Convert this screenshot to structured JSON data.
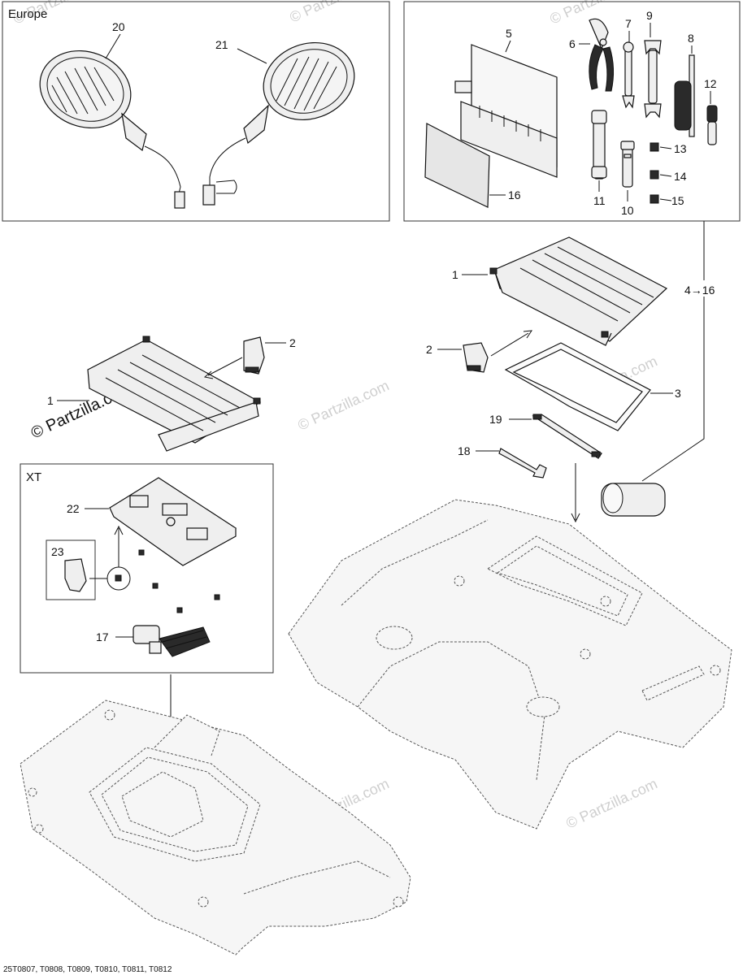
{
  "diagram": {
    "boxes": [
      {
        "id": "europe",
        "title": "Europe"
      },
      {
        "id": "tools",
        "title": ""
      },
      {
        "id": "xt",
        "title": "XT"
      }
    ],
    "callouts": {
      "c20": "20",
      "c21": "21",
      "c5": "5",
      "c6": "6",
      "c7": "7",
      "c9": "9",
      "c8": "8",
      "c12": "12",
      "c13": "13",
      "c14": "14",
      "c15": "15",
      "c16": "16",
      "c11": "11",
      "c10": "10",
      "c1a": "1",
      "c2a": "2",
      "c1b": "1",
      "c2b": "2",
      "c3": "3",
      "c19": "19",
      "c18": "18",
      "c22": "22",
      "c23": "23",
      "c17": "17",
      "range": "4→16"
    },
    "watermark": "© Partzilla.com",
    "watermark_small": "© Partzilla.com",
    "footer": "25T0807, T0808, T0809, T0810, T0811, T0812"
  }
}
